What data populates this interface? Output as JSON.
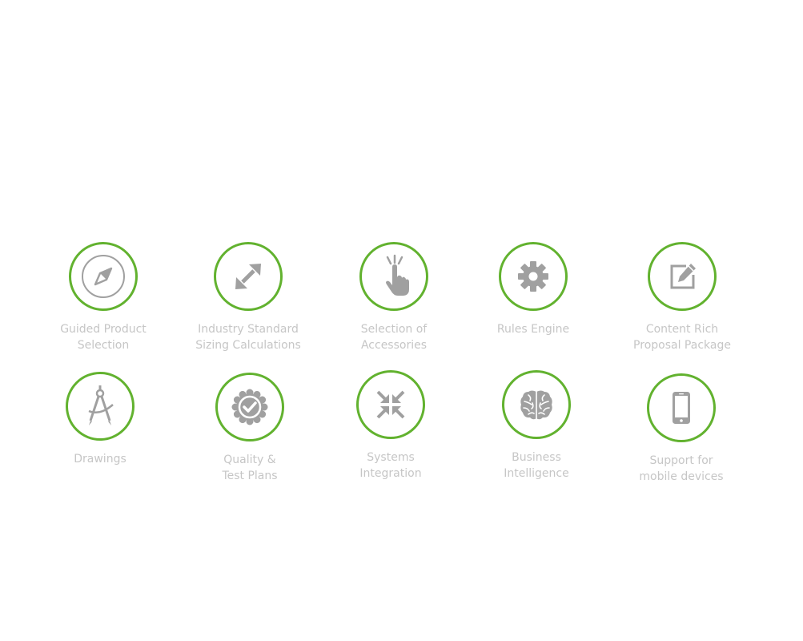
{
  "colors": {
    "ring": "#62b22f",
    "icon": "#a0a0a0",
    "label": "#c6c6c6"
  },
  "features": [
    {
      "icon": "compass-icon",
      "lines": [
        "Guided Product",
        "Selection"
      ]
    },
    {
      "icon": "resize-arrows-icon",
      "lines": [
        "Industry Standard",
        "Sizing Calculations"
      ]
    },
    {
      "icon": "pointer-hand-icon",
      "lines": [
        "Selection of",
        "Accessories"
      ]
    },
    {
      "icon": "gear-icon",
      "lines": [
        "Rules Engine"
      ]
    },
    {
      "icon": "edit-document-icon",
      "lines": [
        "Content Rich",
        "Proposal Package"
      ]
    },
    {
      "icon": "drafting-compass-icon",
      "lines": [
        "Drawings"
      ]
    },
    {
      "icon": "badge-check-icon",
      "lines": [
        "Quality &",
        "Test Plans"
      ]
    },
    {
      "icon": "compress-arrows-icon",
      "lines": [
        "Systems",
        "Integration"
      ]
    },
    {
      "icon": "brain-icon",
      "lines": [
        "Business",
        "Intelligence"
      ]
    },
    {
      "icon": "smartphone-icon",
      "lines": [
        "Support for",
        "mobile devices"
      ]
    }
  ]
}
